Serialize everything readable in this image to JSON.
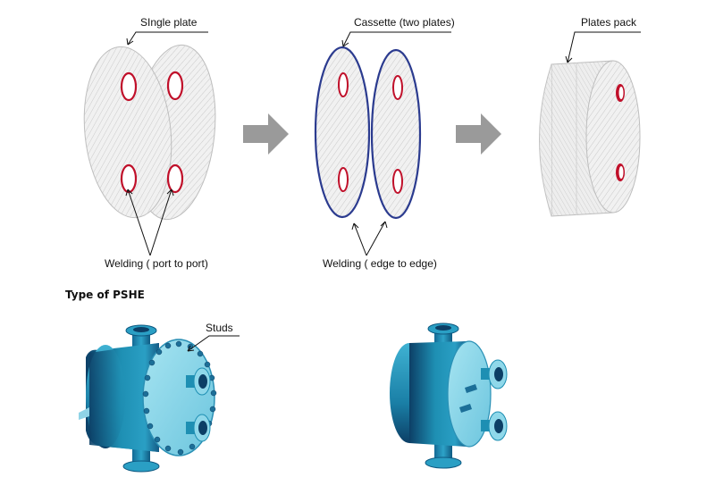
{
  "labels": {
    "single_plate": "SIngle plate",
    "cassette": "Cassette (two plates)",
    "plates_pack": "Plates pack",
    "welding_port": "Welding ( port to port)",
    "welding_edge": "Welding ( edge to edge)",
    "type_title": "Type of PSHE",
    "studs": "Studs"
  },
  "colors": {
    "plate_fill": "#efefef",
    "plate_hatch": "#c8c8c8",
    "port_ring": "#c0102a",
    "cassette_edge": "#2b3b8f",
    "arrow": "#9a9a9a",
    "shell_light": "#7fd3e6",
    "shell_mid": "#1e8fb3",
    "shell_dark": "#0c3f66"
  },
  "icons": [
    "process-arrow-icon",
    "process-arrow-icon"
  ]
}
